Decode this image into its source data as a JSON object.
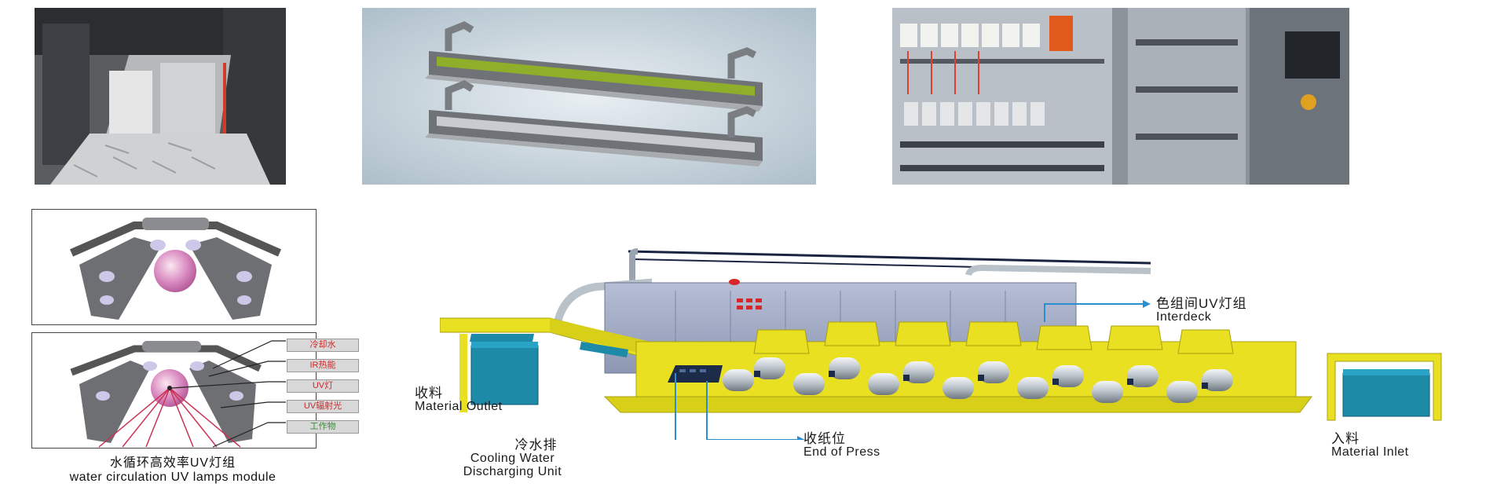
{
  "photos": {
    "press_interior": "photo of press interior with UV lamp unit",
    "lamp_housings": "two UV lamp housings",
    "control_cabinet": "electrical control cabinet"
  },
  "module": {
    "legend": [
      "冷却水",
      "IR热能",
      "UV灯",
      "UV辐射光",
      "工作物"
    ],
    "caption_zh": "水循环高效率UV灯组",
    "caption_en": "water circulation UV lamps module"
  },
  "press": {
    "interdeck": {
      "zh": "色组间UV灯组",
      "en": "Interdeck"
    },
    "outlet": {
      "zh": "收料",
      "en": "Material Outlet"
    },
    "cooling": {
      "zh": "冷水排",
      "en1": "Cooling Water",
      "en2": "Discharging Unit"
    },
    "end": {
      "zh": "收纸位",
      "en": "End of Press"
    },
    "inlet": {
      "zh": "入料",
      "en": "Material Inlet"
    }
  },
  "colors": {
    "press_yellow": "#e8e020",
    "cabinet_blue": "#1d8aa8",
    "pointer_blue": "#2a8fd0",
    "lamp_pink": "#d98ac0"
  }
}
